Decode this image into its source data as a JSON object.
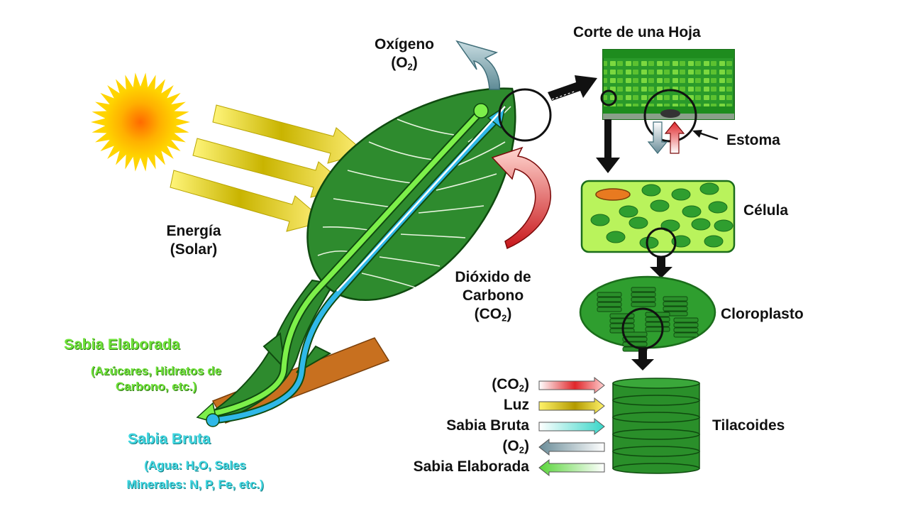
{
  "labels": {
    "oxygen": "Oxígeno",
    "oxygen_formula_pre": "(O",
    "oxygen_formula_sub": "2",
    "oxygen_formula_post": ")",
    "leaf_section": "Corte de una Hoja",
    "stoma": "Estoma",
    "cell": "Célula",
    "chloroplast": "Cloroplasto",
    "thylakoids": "Tilacoides",
    "energy_1": "Energía",
    "energy_2": "(Solar)",
    "co2_1": "Dióxido de",
    "co2_2": "Carbono",
    "co2_formula_pre": "(CO",
    "co2_formula_sub": "2",
    "co2_formula_post": ")",
    "sabia_elaborada": "Sabia Elaborada",
    "sabia_elaborada_desc_1": "(Azúcares, Hidratos de",
    "sabia_elaborada_desc_2": "Carbono, etc.)",
    "sabia_bruta": "Sabia Bruta",
    "sabia_bruta_desc_1_pre": "(Agua: H",
    "sabia_bruta_desc_1_sub": "2",
    "sabia_bruta_desc_1_post": "O, Sales",
    "sabia_bruta_desc_2": "Minerales: N, P, Fe, etc.)"
  },
  "legend": [
    {
      "pre": "(CO",
      "sub": "2",
      "post": ")",
      "direction": "in",
      "color": "#e0262a"
    },
    {
      "pre": "Luz",
      "sub": "",
      "post": "",
      "direction": "in",
      "color": "#c8b400"
    },
    {
      "pre": "Sabia Bruta",
      "sub": "",
      "post": "",
      "direction": "in",
      "color": "#38d6c8"
    },
    {
      "pre": "(O",
      "sub": "2",
      "post": ")",
      "direction": "out",
      "color": "#6a8c98"
    },
    {
      "pre": "Sabia Elaborada",
      "sub": "",
      "post": "",
      "direction": "out",
      "color": "#59d43a"
    }
  ],
  "colors": {
    "leaf": "#2e8b2e",
    "leaf_dark": "#1f6d1f",
    "cell": "#b9f35c",
    "chloroplast": "#2f9e2f",
    "branch": "#c8701f",
    "sun": "#ffcc00",
    "sabia_bruta": "#2fb8e8",
    "sabia_elaborada": "#7df04a"
  }
}
